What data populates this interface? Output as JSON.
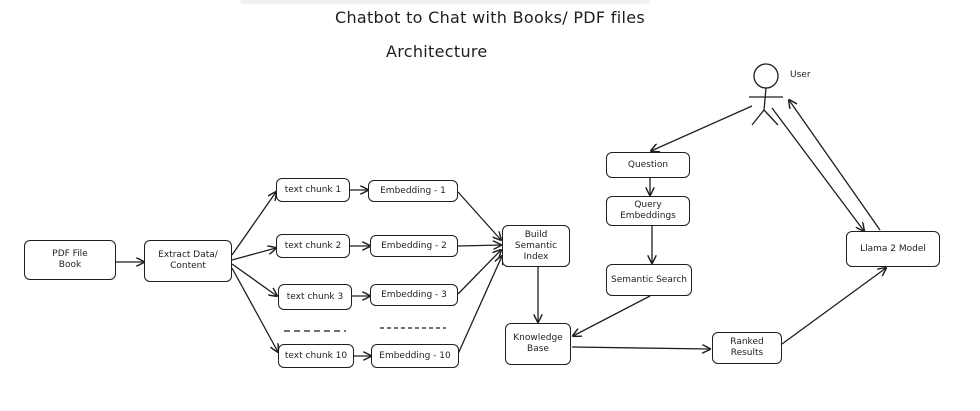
{
  "title": "Chatbot to Chat with Books/ PDF files",
  "subtitle": "Architecture",
  "nodes": {
    "pdf_file": "PDF File\nBook",
    "extract": "Extract Data/\nContent",
    "chunk_1": "text chunk 1",
    "chunk_2": "text chunk 2",
    "chunk_3": "text chunk 3",
    "chunk_10": "text chunk 10",
    "embed_1": "Embedding - 1",
    "embed_2": "Embedding - 2",
    "embed_3": "Embedding - 3",
    "embed_10": "Embedding - 10",
    "semantic_index": "Build\nSemantic\nIndex",
    "knowledge_base": "Knowledge\nBase",
    "question": "Question",
    "query_embeddings": "Query Embeddings",
    "semantic_search": "Semantic Search",
    "ranked_results": "Ranked\nResults",
    "llama": "Llama 2 Model",
    "user": "User"
  },
  "colors": {
    "stroke": "#1e1e1e",
    "background": "#ffffff"
  }
}
